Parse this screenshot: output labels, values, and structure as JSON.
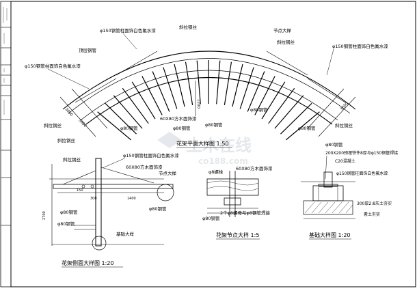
{
  "title_block": {
    "cells": [
      "",
      "",
      "",
      "",
      "",
      "",
      "",
      ""
    ]
  },
  "plan": {
    "title": "花架平面大样图 1:50",
    "labels": {
      "finish_steel": "φ150钢管柱面饰白色氟水漆",
      "top_rail": "顶层钢管",
      "pillar_left": "φ150钢管柱面饰白色氟水漆",
      "cable_top": "斜拉钢丝",
      "cable_left": "斜拉钢丝",
      "cable_left2": "斜拉钢丝",
      "cable_right_top": "斜拉钢丝",
      "cable_right": "斜拉钢丝",
      "node_detail": "节点大样",
      "pillar_right": "φ150钢管柱面饰白色氟水漆",
      "timber": "60X80方木面饰漆",
      "pipe_a": "φ80钢管",
      "pipe_b": "φ80钢管",
      "pipe_c": "φ80钢管",
      "pipe_d": "φ80钢管",
      "pipe_e": "φ80钢管",
      "pipe_f": "φ80钢管"
    },
    "dims": {
      "d1": "3000",
      "d2": "3000",
      "d3": "3000",
      "d4": "1200"
    }
  },
  "elevation": {
    "title": "花架侧面大样图 1:20",
    "labels": {
      "cable": "斜拉钢丝",
      "pillar": "φ150钢管柱面饰白色氟水漆",
      "timber": "60X80方木面饰漆",
      "node": "节点大样",
      "pipe_a": "φ80钢管",
      "pipe_b": "φ80钢管",
      "pipe_c": "φ80钢管",
      "foundation": "基础大样"
    },
    "dims": {
      "d1": "150",
      "d2": "300",
      "d3": "1400",
      "d4": "2700"
    }
  },
  "node": {
    "title": "花架节点大样 1:5",
    "labels": {
      "bolt": "φ8螺栓",
      "timber": "60X80方木面饰漆",
      "pipe": "φ80钢管",
      "weld": "2个φ8螺母与φ8钢管焊接"
    }
  },
  "foundation": {
    "title": "基础大样图 1:20",
    "labels": {
      "plate": "200X200预埋铁件8厚与φ150钢管焊接",
      "concrete": "C20混凝土",
      "pillar": "φ150钢管柱面饰白色氟水漆",
      "gravel": "300厚2:8灰土夯实",
      "soil": "素土夯实"
    }
  },
  "watermark": {
    "brand": "土木在线",
    "url": "co188.com"
  }
}
